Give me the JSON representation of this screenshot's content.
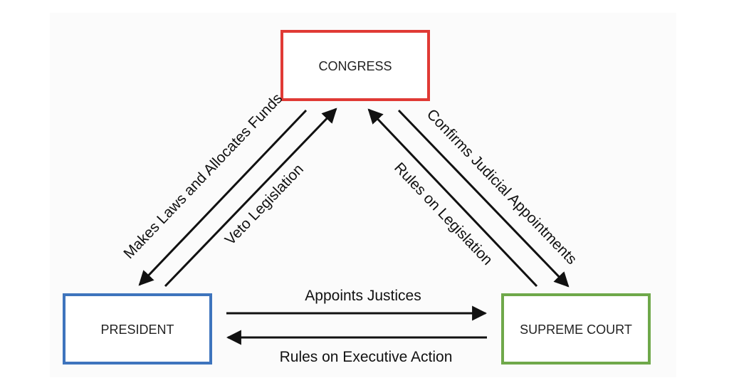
{
  "colors": {
    "congress": "#e03a35",
    "president": "#3e74bd",
    "court": "#6fa84a",
    "arrow": "#111111"
  },
  "nodes": {
    "congress": "CONGRESS",
    "president": "PRESIDENT",
    "court": "SUPREME COURT"
  },
  "edges": {
    "makes_laws": "Makes Laws and Allocates Funds",
    "veto": "Veto Legislation",
    "confirms": "Confirms Judicial Appointments",
    "rules_legislation": "Rules on Legislation",
    "appoints": "Appoints Justices",
    "rules_executive": "Rules on Executive Action"
  }
}
